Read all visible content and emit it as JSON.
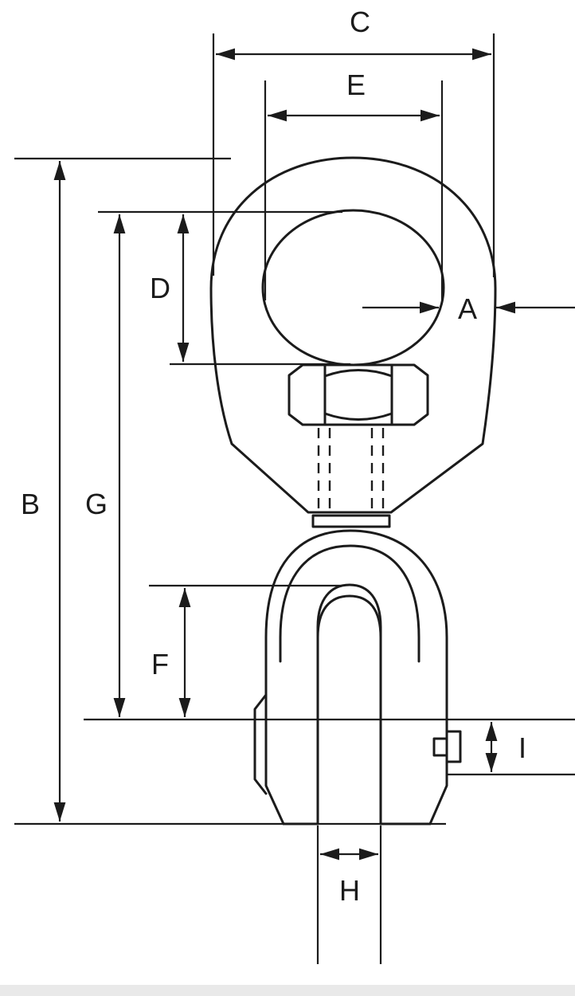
{
  "dimension_labels": {
    "a": "A",
    "b": "B",
    "c": "C",
    "d": "D",
    "e": "E",
    "f": "F",
    "g": "G",
    "h": "H",
    "i": "I"
  },
  "colors": {
    "line": "#1b1b1b",
    "background": "#ffffff",
    "bottom_bar": "#e9e9e9"
  }
}
